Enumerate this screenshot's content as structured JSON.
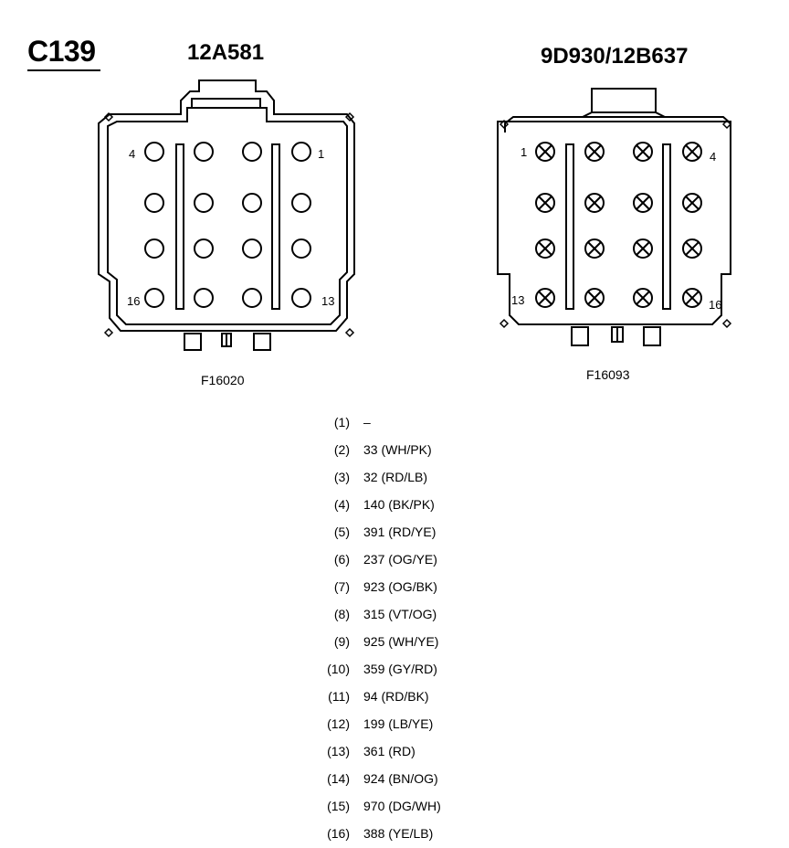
{
  "connector": {
    "id": "C139",
    "left": {
      "part_number": "12A581",
      "figure": "F16020",
      "pin_labels": {
        "top_left": "4",
        "top_right": "1",
        "bottom_left": "16",
        "bottom_right": "13"
      }
    },
    "right": {
      "part_number": "9D930/12B637",
      "figure": "F16093",
      "pin_labels": {
        "top_left": "1",
        "top_right": "4",
        "bottom_left": "13",
        "bottom_right": "16"
      }
    }
  },
  "pins": [
    {
      "pin": "(1)",
      "circuit": "–"
    },
    {
      "pin": "(2)",
      "circuit": "33 (WH/PK)"
    },
    {
      "pin": "(3)",
      "circuit": "32 (RD/LB)"
    },
    {
      "pin": "(4)",
      "circuit": "140 (BK/PK)"
    },
    {
      "pin": "(5)",
      "circuit": "391 (RD/YE)"
    },
    {
      "pin": "(6)",
      "circuit": "237 (OG/YE)"
    },
    {
      "pin": "(7)",
      "circuit": "923 (OG/BK)"
    },
    {
      "pin": "(8)",
      "circuit": "315 (VT/OG)"
    },
    {
      "pin": "(9)",
      "circuit": "925 (WH/YE)"
    },
    {
      "pin": "(10)",
      "circuit": "359 (GY/RD)"
    },
    {
      "pin": "(11)",
      "circuit": "94 (RD/BK)"
    },
    {
      "pin": "(12)",
      "circuit": "199 (LB/YE)"
    },
    {
      "pin": "(13)",
      "circuit": "361 (RD)"
    },
    {
      "pin": "(14)",
      "circuit": "924 (BN/OG)"
    },
    {
      "pin": "(15)",
      "circuit": "970 (DG/WH)"
    },
    {
      "pin": "(16)",
      "circuit": "388 (YE/LB)"
    }
  ]
}
